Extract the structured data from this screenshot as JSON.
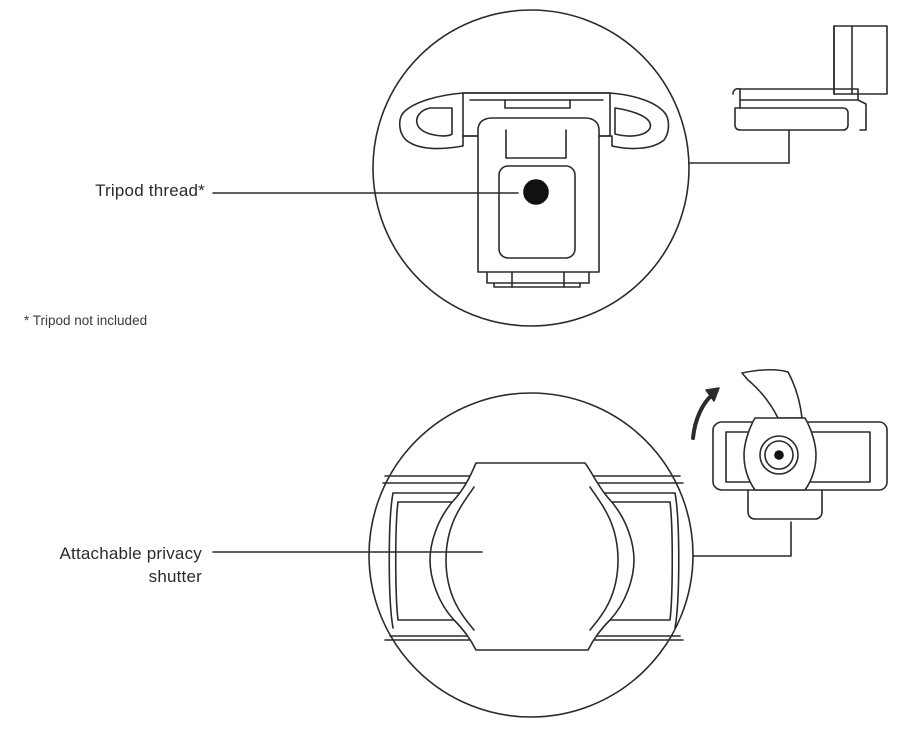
{
  "callouts": {
    "tripod_thread": "Tripod thread*",
    "privacy_shutter_line1": "Attachable privacy",
    "privacy_shutter_line2": "shutter"
  },
  "footnote": "* Tripod not included",
  "colors": {
    "line": "#2b2b2b",
    "fill": "#ffffff",
    "dot": "#111111"
  },
  "icons": [
    "rotate-arrow-icon"
  ]
}
